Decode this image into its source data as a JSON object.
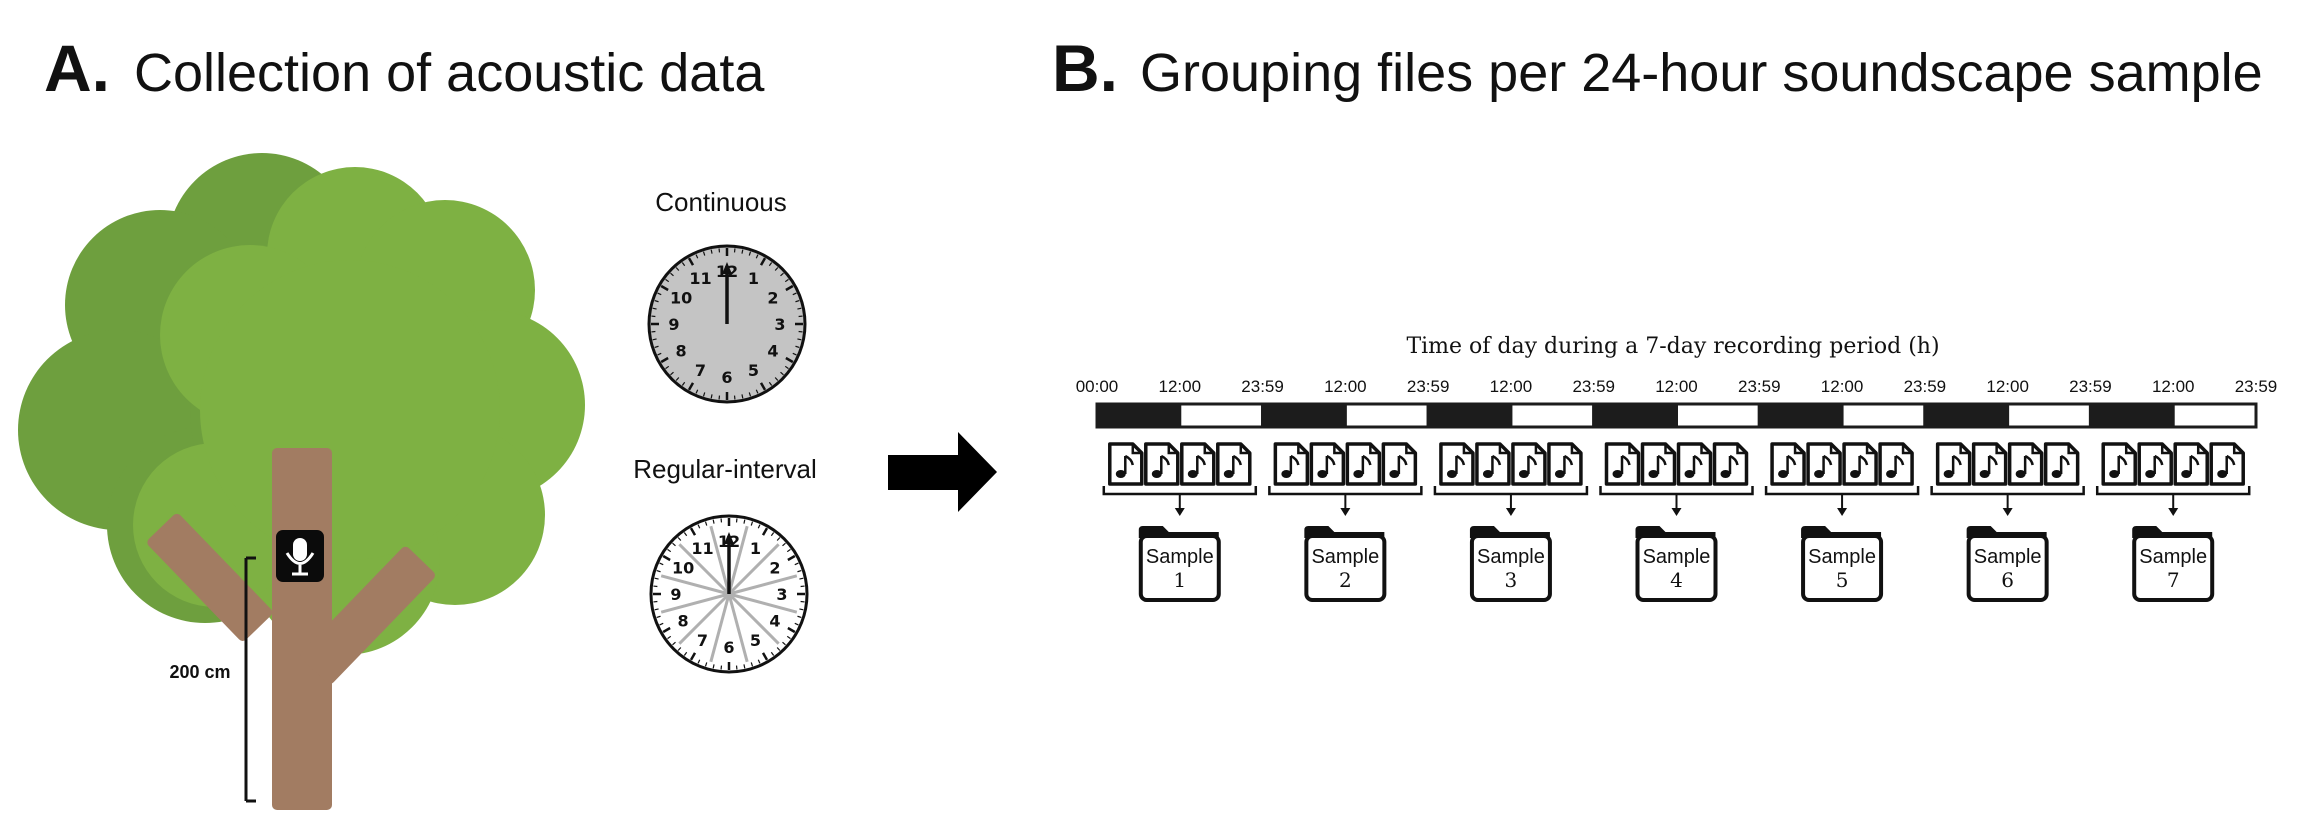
{
  "panel_a": {
    "letter": "A.",
    "title": "Collection of acoustic data",
    "height_label": "200 cm",
    "continuous_label": "Continuous",
    "regular_interval_label": "Regular-interval",
    "clock_numbers": [
      "12",
      "1",
      "2",
      "3",
      "4",
      "5",
      "6",
      "7",
      "8",
      "9",
      "10",
      "11"
    ],
    "colors": {
      "foliage_light": "#7eb143",
      "foliage_dark": "#6e9f3e",
      "trunk": "#a27c62",
      "clock_continuous_face": "#c4c4c4",
      "clock_interval_face": "#ffffff"
    },
    "icons": [
      "microphone-icon",
      "clock-icon",
      "arrow-right-icon"
    ]
  },
  "panel_b": {
    "letter": "B.",
    "title": "Grouping files per 24-hour soundscape sample",
    "axis_title": "Time of day during a 7-day recording period (h)",
    "time_labels": [
      "00:00",
      "12:00",
      "23:59",
      "12:00",
      "23:59",
      "12:00",
      "23:59",
      "12:00",
      "23:59",
      "12:00",
      "23:59",
      "12:00",
      "23:59",
      "12:00",
      "23:59"
    ],
    "day_night_pattern": [
      "night",
      "day",
      "night",
      "day",
      "night",
      "day",
      "night",
      "day",
      "night",
      "day",
      "night",
      "day",
      "night",
      "day"
    ],
    "files_per_group": 4,
    "samples": [
      {
        "label": "Sample",
        "number": "1"
      },
      {
        "label": "Sample",
        "number": "2"
      },
      {
        "label": "Sample",
        "number": "3"
      },
      {
        "label": "Sample",
        "number": "4"
      },
      {
        "label": "Sample",
        "number": "5"
      },
      {
        "label": "Sample",
        "number": "6"
      },
      {
        "label": "Sample",
        "number": "7"
      }
    ],
    "colors": {
      "night": "#1c1c1c",
      "day": "#ffffff"
    },
    "icons": [
      "music-file-icon",
      "folder-icon",
      "arrow-down-icon"
    ]
  }
}
